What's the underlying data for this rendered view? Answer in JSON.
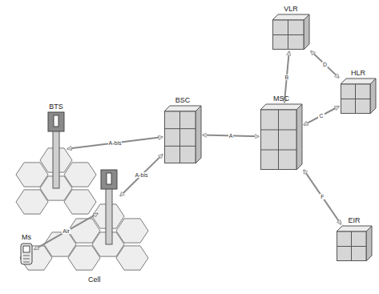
{
  "diagram": {
    "nodes": [
      {
        "text": [
          "BTS"
        ]
      },
      {
        "text": []
      },
      {
        "text": [
          "Ms"
        ]
      },
      {
        "text": [
          "BSC"
        ]
      },
      {
        "text": [
          "MSC"
        ]
      },
      {
        "text": [
          "VLR"
        ]
      },
      {
        "text": [
          "HLR"
        ]
      },
      {
        "text": [
          "EIR"
        ]
      }
    ],
    "edges": [
      {
        "from": 0,
        "to": 3,
        "label": "A-bis",
        "arrow": "both"
      },
      {
        "from": 1,
        "to": 3,
        "label": "A-bis",
        "arrow": "both"
      },
      {
        "from": 2,
        "to": 1,
        "label": "Air",
        "arrow": "both"
      },
      {
        "from": 3,
        "to": 4,
        "label": "A",
        "arrow": "both"
      },
      {
        "from": 4,
        "to": 5,
        "label": "B",
        "arrow": "both"
      },
      {
        "from": 5,
        "to": 6,
        "label": "D",
        "arrow": "both"
      },
      {
        "from": 4,
        "to": 6,
        "label": "C",
        "arrow": "both"
      },
      {
        "from": 4,
        "to": 7,
        "label": "F",
        "arrow": "both"
      }
    ],
    "labels": [
      "Cell"
    ]
  }
}
